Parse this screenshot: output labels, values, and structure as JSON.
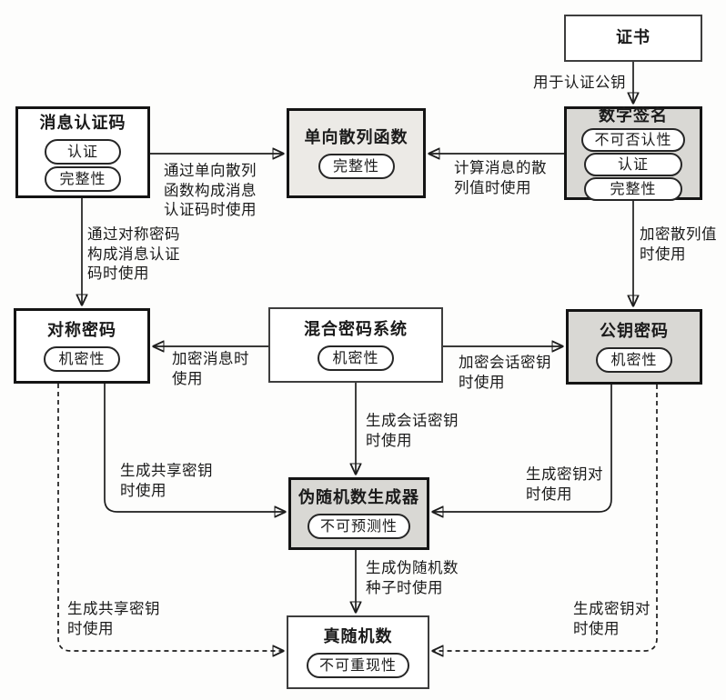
{
  "nodes": {
    "certificate": {
      "title": "证书",
      "badges": []
    },
    "mac": {
      "title": "消息认证码",
      "badges": [
        "认证",
        "完整性"
      ]
    },
    "hash": {
      "title": "单向散列函数",
      "badges": [
        "完整性"
      ]
    },
    "signature": {
      "title": "数字签名",
      "badges": [
        "不可否认性",
        "认证",
        "完整性"
      ]
    },
    "symmetric": {
      "title": "对称密码",
      "badges": [
        "机密性"
      ]
    },
    "hybrid": {
      "title": "混合密码系统",
      "badges": [
        "机密性"
      ]
    },
    "public_key": {
      "title": "公钥密码",
      "badges": [
        "机密性"
      ]
    },
    "prng": {
      "title": "伪随机数生成器",
      "badges": [
        "不可预测性"
      ]
    },
    "trng": {
      "title": "真随机数",
      "badges": [
        "不可重现性"
      ]
    }
  },
  "edges": {
    "cert_to_signature": {
      "label": "用于认证公钥",
      "style": "solid"
    },
    "mac_to_hash": {
      "label": "通过单向散列\n函数构成消息\n认证码时使用",
      "style": "solid"
    },
    "signature_to_hash": {
      "label": "计算消息的散\n列值时使用",
      "style": "solid"
    },
    "mac_to_symmetric": {
      "label": "通过对称密码\n构成消息认证\n码时使用",
      "style": "solid"
    },
    "signature_to_publickey": {
      "label": "加密散列值\n时使用",
      "style": "solid"
    },
    "hybrid_to_symmetric": {
      "label": "加密消息时\n使用",
      "style": "solid"
    },
    "hybrid_to_publickey": {
      "label": "加密会话密钥\n时使用",
      "style": "solid"
    },
    "hybrid_to_prng": {
      "label": "生成会话密钥\n时使用",
      "style": "solid"
    },
    "symmetric_to_prng": {
      "label": "生成共享密钥\n时使用",
      "style": "solid"
    },
    "publickey_to_prng": {
      "label": "生成密钥对\n时使用",
      "style": "solid"
    },
    "prng_to_trng": {
      "label": "生成伪随机数\n种子时使用",
      "style": "solid"
    },
    "symmetric_to_trng": {
      "label": "生成共享密钥\n时使用",
      "style": "dashed"
    },
    "publickey_to_trng": {
      "label": "生成密钥对\n时使用",
      "style": "dashed"
    }
  },
  "colors": {
    "line": "#1d1d1d",
    "node_border_thick": "#141414",
    "node_border_thin": "#3d3d3d",
    "node_fill_shaded": "#d9d8d4",
    "node_fill_light": "#eceae6",
    "node_fill_plain": "#ffffff",
    "background": "#fdfdfc"
  }
}
